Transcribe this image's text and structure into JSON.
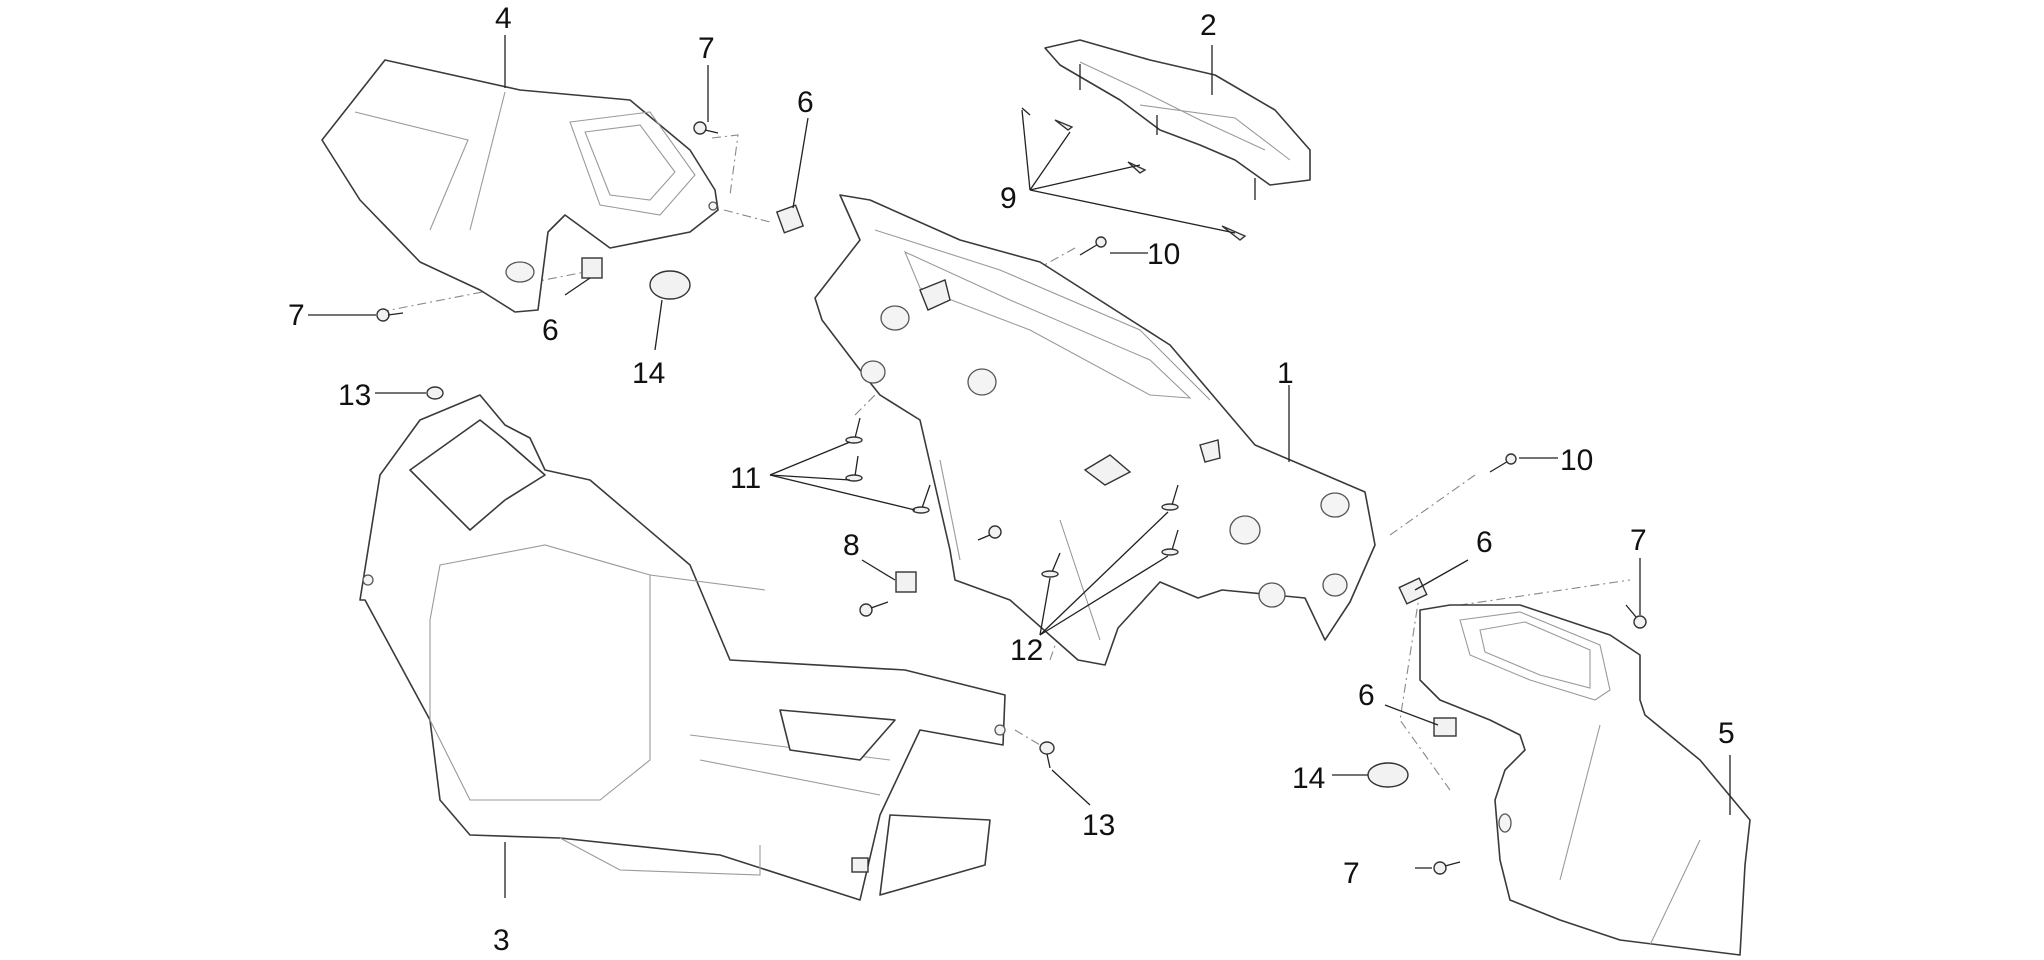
{
  "callouts": [
    {
      "id": "c1",
      "text": "1"
    },
    {
      "id": "c2",
      "text": "2"
    },
    {
      "id": "c3",
      "text": "3"
    },
    {
      "id": "c4",
      "text": "4"
    },
    {
      "id": "c5",
      "text": "5"
    },
    {
      "id": "c6a",
      "text": "6"
    },
    {
      "id": "c6b",
      "text": "6"
    },
    {
      "id": "c6c",
      "text": "6"
    },
    {
      "id": "c6d",
      "text": "6"
    },
    {
      "id": "c7a",
      "text": "7"
    },
    {
      "id": "c7b",
      "text": "7"
    },
    {
      "id": "c7c",
      "text": "7"
    },
    {
      "id": "c7d",
      "text": "7"
    },
    {
      "id": "c8",
      "text": "8"
    },
    {
      "id": "c9",
      "text": "9"
    },
    {
      "id": "c10a",
      "text": "10"
    },
    {
      "id": "c10b",
      "text": "10"
    },
    {
      "id": "c11",
      "text": "11"
    },
    {
      "id": "c12",
      "text": "12"
    },
    {
      "id": "c13a",
      "text": "13"
    },
    {
      "id": "c13b",
      "text": "13"
    },
    {
      "id": "c14a",
      "text": "14"
    },
    {
      "id": "c14b",
      "text": "14"
    }
  ]
}
